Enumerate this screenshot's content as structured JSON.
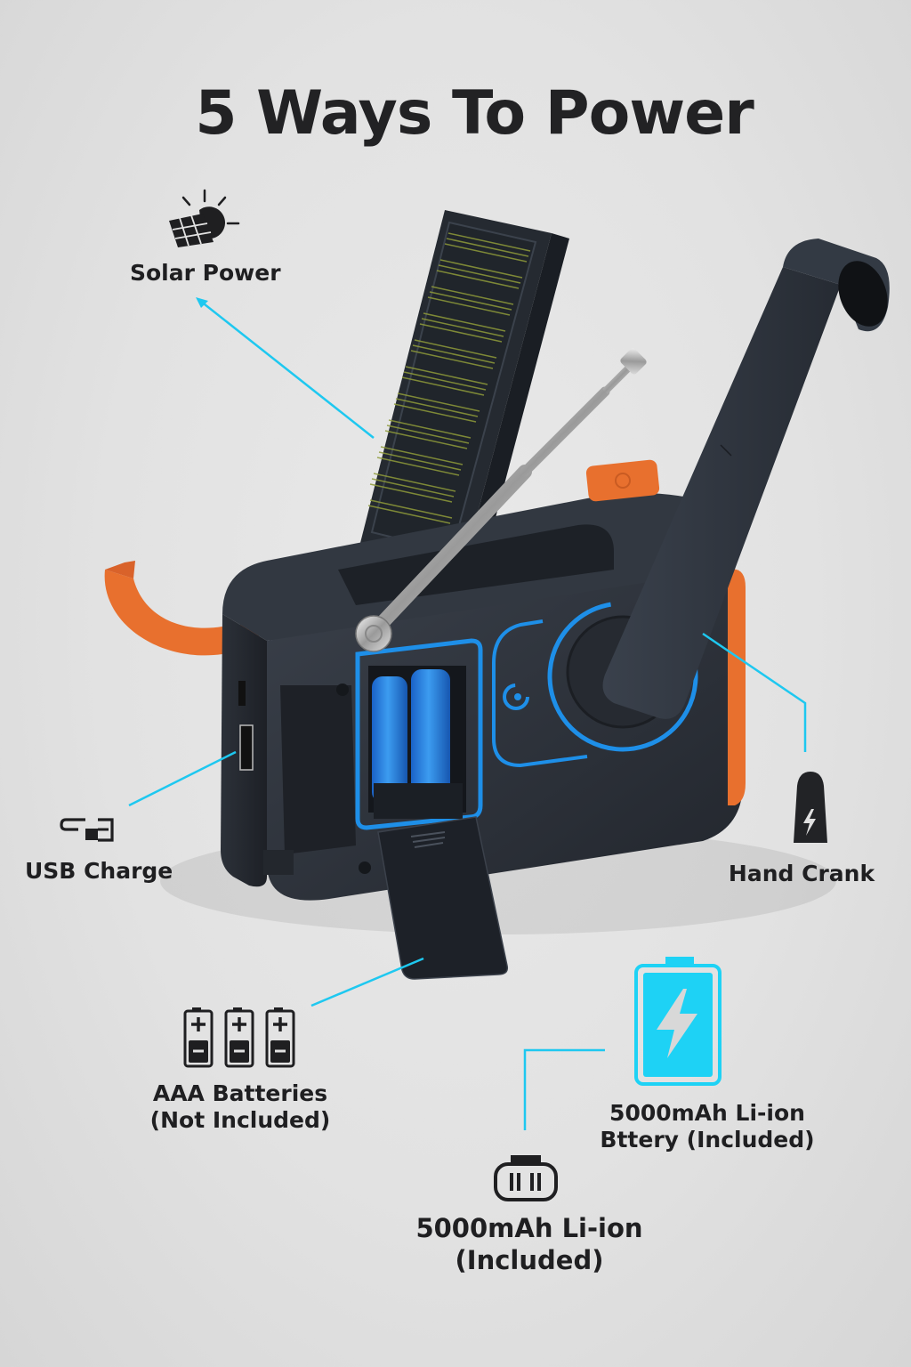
{
  "title": "5 Ways To Power",
  "colors": {
    "background": "#e2e2e2",
    "device_body": "#2b3038",
    "accent_blue": "#1e8fe8",
    "callout_line": "#1ec8f0",
    "li_ion_icon": "#1ed2f5",
    "orange": "#e8702e",
    "text": "#1f1f21"
  },
  "callouts": {
    "solar": {
      "icon": "solar-panel-sun-icon",
      "label": "Solar Power"
    },
    "usb": {
      "icon": "usb-cable-icon",
      "label": "USB Charge"
    },
    "crank": {
      "icon": "hand-crank-bolt-icon",
      "label": "Hand Crank"
    },
    "aaa": {
      "icon": "aaa-batteries-icon",
      "line1": "AAA Batteries",
      "line2": "(Not Included)",
      "battery_count": 3
    },
    "liion_battery": {
      "icon": "charging-battery-icon",
      "line1": "5000mAh Li-ion",
      "line2": "Bttery (Included)"
    },
    "liion_pack": {
      "icon": "battery-pack-icon",
      "line1": "5000mAh Li-ion",
      "line2": "(Included)"
    }
  }
}
